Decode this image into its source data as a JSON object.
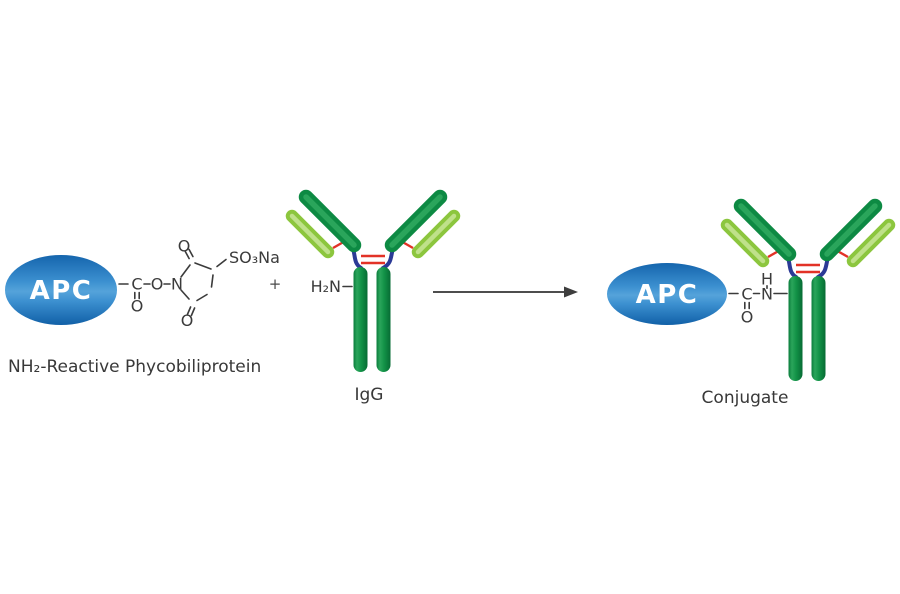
{
  "reagent": {
    "blob_label": "APC",
    "carbonyl_c": "C",
    "carbonyl_o": "O",
    "ester_o": "O",
    "ring_n": "N",
    "ring_top_o": "O",
    "ring_bottom_o": "O",
    "sulfo_group": "SO₃Na",
    "caption": "NH₂-Reactive Phycobiliprotein"
  },
  "plus_sign": "+",
  "igg": {
    "amine_label": "H₂N",
    "caption": "IgG"
  },
  "conjugate": {
    "blob_label": "APC",
    "amide_c": "C",
    "amide_o": "O",
    "amide_n": "N",
    "amide_h": "H",
    "caption": "Conjugate"
  },
  "colors": {
    "apc_blue_dark": "#1565ad",
    "apc_blue_light": "#55a3da",
    "heavy_chain_green": "#0d8a43",
    "heavy_chain_highlight": "#2aa55b",
    "light_chain_green": "#8cc63e",
    "light_chain_highlight": "#bfe18a",
    "hinge_blue": "#2b3a96",
    "disulfide_red": "#e23227",
    "bond_text": "#3b3b3b",
    "arrow_gray": "#4d4d4d",
    "background": "#ffffff"
  }
}
